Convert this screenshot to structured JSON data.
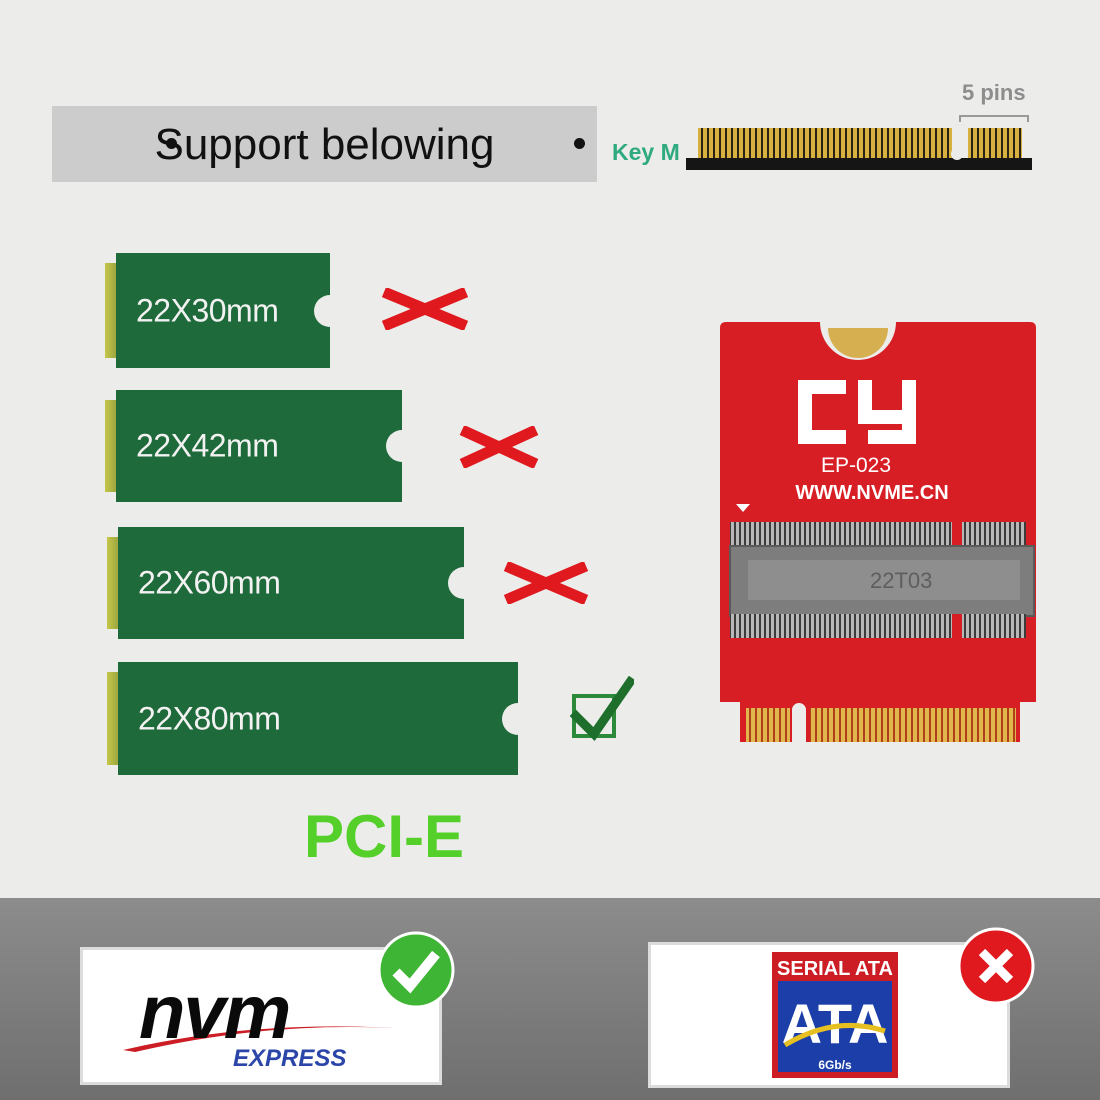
{
  "header": {
    "banner_text": "Support belowing",
    "connector_label": "Key M",
    "pins_label": "5 pins"
  },
  "sizes": [
    {
      "label": "22X30mm",
      "supported": false
    },
    {
      "label": "22X42mm",
      "supported": false
    },
    {
      "label": "22X60mm",
      "supported": false
    },
    {
      "label": "22X80mm",
      "supported": true
    }
  ],
  "interface_label": "PCI-E",
  "adapter": {
    "brand": "CY",
    "model": "EP-023",
    "url": "WWW.NVME.CN"
  },
  "protocols": [
    {
      "name": "nvm",
      "sub": "EXPRESS",
      "supported": true
    },
    {
      "name": "SERIAL ATA",
      "sub": "6Gb/s",
      "supported": false
    }
  ],
  "colors": {
    "board_green": "#1f6a3a",
    "pcb_red": "#d81e25",
    "interface_green": "#55d02a",
    "keym_green": "#2faa80",
    "x_red": "#e0191f",
    "check_green": "#2d8a3a"
  }
}
